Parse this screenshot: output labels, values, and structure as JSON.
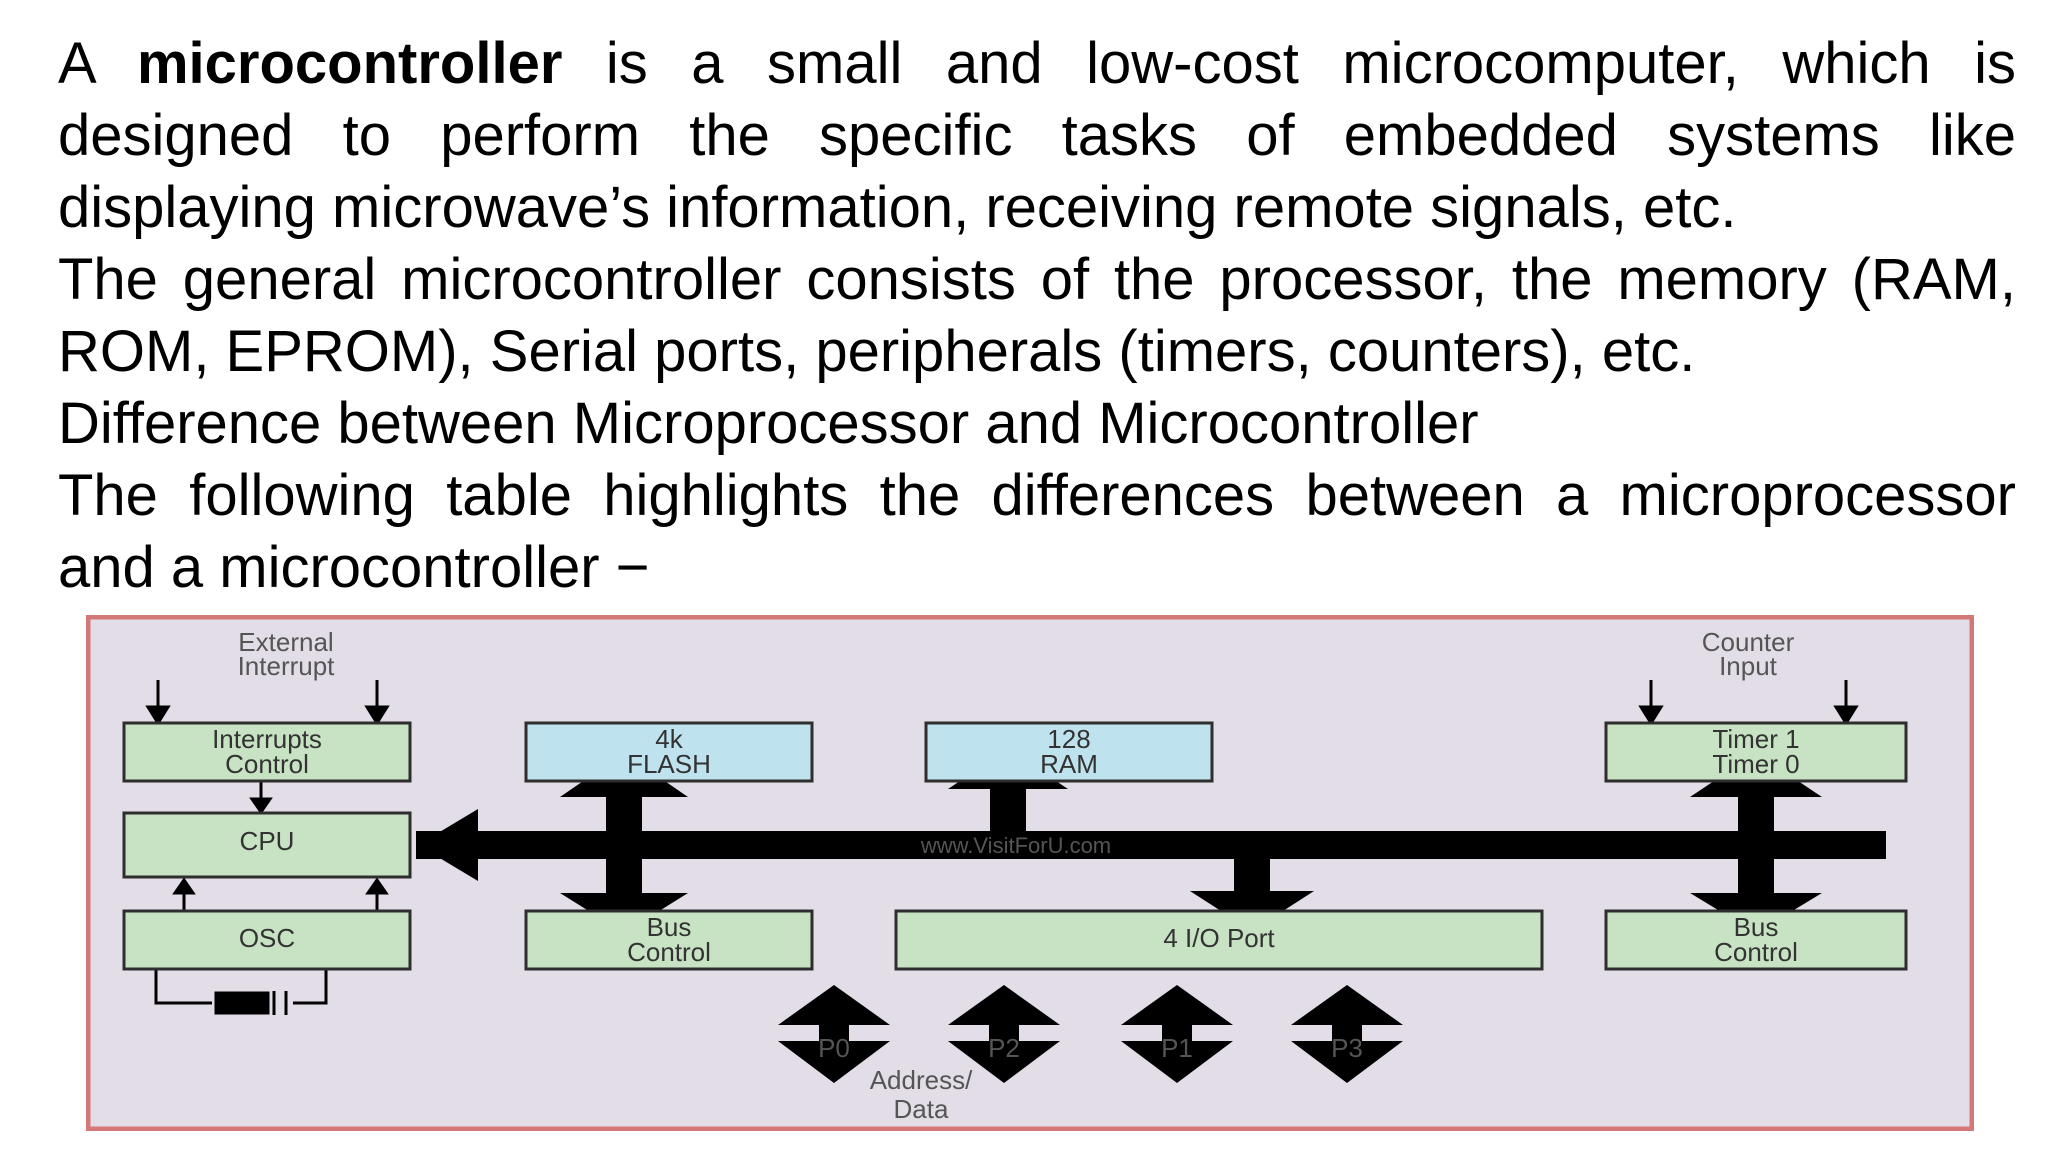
{
  "paragraphs": {
    "p1": {
      "start": "A ",
      "bold": "microcontroller",
      "rest_line1": " is a small and low-cost microcomputer, which is",
      "line2": "designed to perform the specific tasks of embedded systems like",
      "line3": "displaying microwave’s information, receiving remote signals, etc."
    },
    "p2": {
      "line1": "The general microcontroller consists of the processor, the memory (RAM,",
      "line2": "ROM, EPROM), Serial ports, peripherals (timers, counters), etc."
    },
    "heading": "Difference between Microprocessor and Microcontroller",
    "p3": {
      "line1": "The following table highlights the differences between a microprocessor",
      "line2": "and a microcontroller −"
    }
  },
  "diagram": {
    "external_interrupt": [
      "External",
      "Interrupt"
    ],
    "counter_input": [
      "Counter",
      "Input"
    ],
    "interrupts_control": [
      "Interrupts",
      "Control"
    ],
    "flash": [
      "4k",
      "FLASH"
    ],
    "ram": [
      "128",
      "RAM"
    ],
    "timers": [
      "Timer 1",
      "Timer 0"
    ],
    "cpu": "CPU",
    "watermark": "www.VisitForU.com",
    "osc": "OSC",
    "bus_control_left": [
      "Bus",
      "Control"
    ],
    "io_port": "4 I/O Port",
    "bus_control_right": [
      "Bus",
      "Control"
    ],
    "ports": [
      "P0",
      "P2",
      "P1",
      "P3"
    ],
    "address_data": [
      "Address/",
      "Data"
    ],
    "colors": {
      "background": "#e3dde7",
      "border": "#d47777",
      "green_box": "#c8e3c4",
      "blue_box": "#bfe3ee",
      "box_border": "#2e2e2e",
      "arrow": "#000000"
    }
  }
}
